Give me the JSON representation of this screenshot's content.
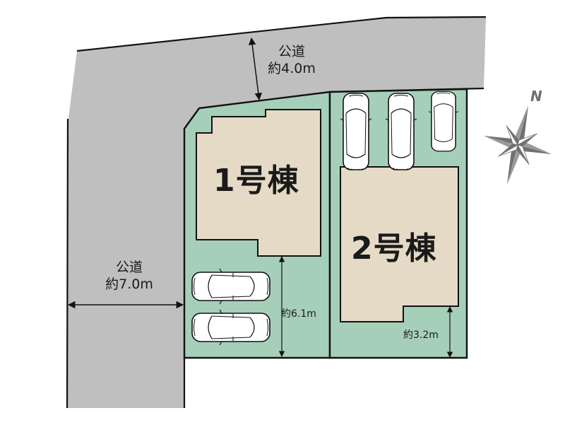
{
  "colors": {
    "road": "#bfbfbf",
    "lot": "#a6cfba",
    "building": "#e4dac6",
    "outline": "#111111",
    "compass": "#707070"
  },
  "roads": {
    "north": {
      "line1": "公道",
      "line2": "約4.0m"
    },
    "west": {
      "line1": "公道",
      "line2": "約7.0m"
    }
  },
  "buildings": [
    {
      "label": "1号棟"
    },
    {
      "label": "2号棟"
    }
  ],
  "dimensions": {
    "lot1_parking_depth": "約6.1m",
    "lot2_setback": "約3.2m"
  },
  "compass": {
    "label": "N",
    "icon": "compass-rose-icon"
  },
  "parking": {
    "lot1_cars": 2,
    "lot2_cars": 3
  }
}
